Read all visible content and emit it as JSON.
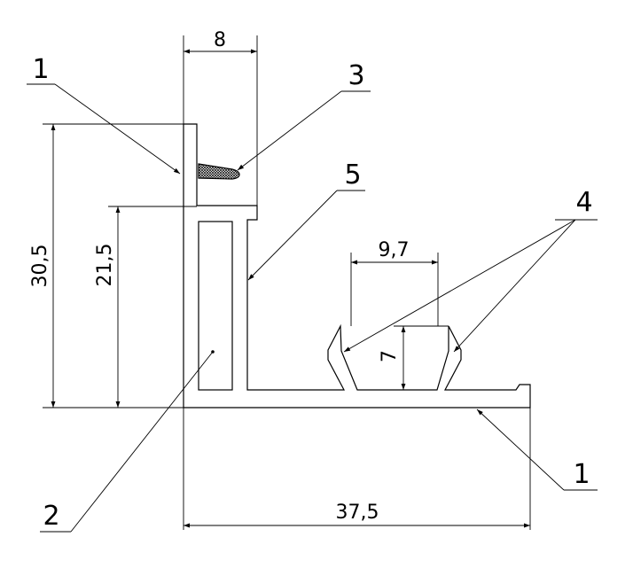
{
  "dimensions": {
    "top_width": "8",
    "total_height": "30,5",
    "inner_height": "21,5",
    "groove_width": "9,7",
    "groove_depth": "7",
    "total_width": "37,5"
  },
  "callouts": {
    "top_left": "1",
    "seal": "3",
    "wall": "5",
    "grooves": "4",
    "bottom_right": "1",
    "cavity": "2"
  }
}
